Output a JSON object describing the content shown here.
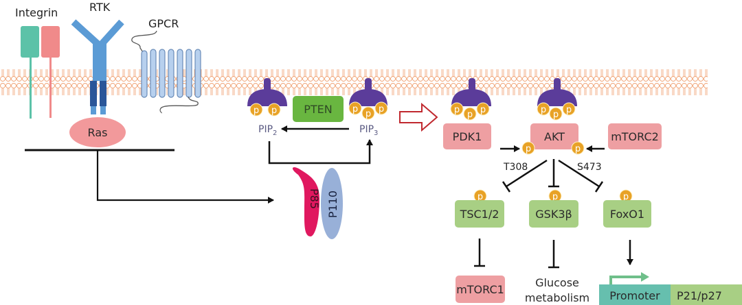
{
  "title": "PI3K/AKT signaling pathway",
  "colors": {
    "membrane": "#f0a070",
    "integrin_a": "#5cc2a8",
    "integrin_b": "#f08a8a",
    "rtk_light": "#5b9bd5",
    "rtk_dark": "#2a5699",
    "gpcr": "#b7d0ee",
    "gpcr_stroke": "#6a8cb8",
    "ras": "#f2999b",
    "pip_head": "#5b3c9a",
    "phosphate": "#e8a226",
    "pten": "#69b640",
    "pink_box": "#ee9fa2",
    "green_box": "#a8cf84",
    "p85": "#e0185f",
    "p110": "#98b0d8",
    "promoter": "#66bfae",
    "gene": "#a8cf84",
    "open_arrow": "#c0282e",
    "arrow": "#111111"
  },
  "receptors": {
    "integrin": "Integrin",
    "rtk": "RTK",
    "gpcr": "GPCR",
    "ras": "Ras"
  },
  "lipids": {
    "pip2": "PIP",
    "pip2_sub": "2",
    "pip3": "PIP",
    "pip3_sub": "3",
    "pten": "PTEN",
    "phosphate": "p"
  },
  "pi3k": {
    "p85": "P85",
    "p110": "P110"
  },
  "akt_module": {
    "pdk1": "PDK1",
    "akt": "AKT",
    "mtorc2": "mTORC2",
    "t308": "T308",
    "s473": "S473"
  },
  "targets": {
    "tsc": "TSC1/2",
    "gsk": "GSK3β",
    "foxo": "FoxO1",
    "mtorc1": "mTORC1",
    "glucose_line1": "Glucose",
    "glucose_line2": "metabolism",
    "promoter": "Promoter",
    "gene": "P21/p27"
  }
}
